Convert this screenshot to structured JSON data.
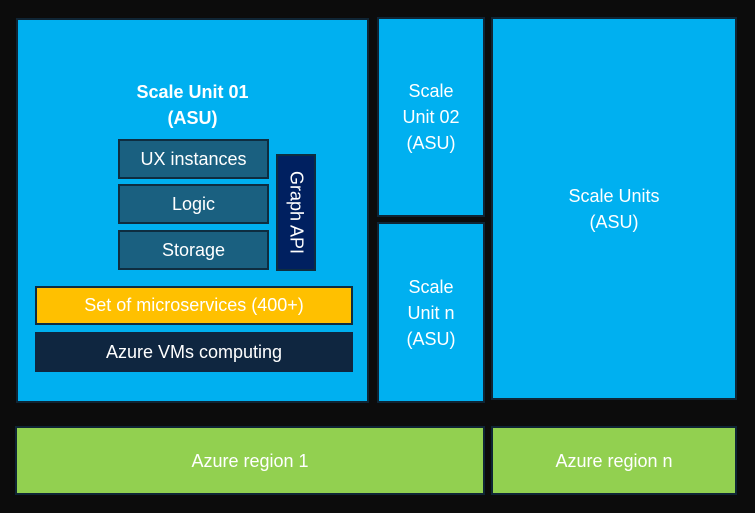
{
  "diagram": {
    "scale_unit_01": {
      "title_line1": "Scale Unit 01",
      "title_line2": "(ASU)",
      "components": [
        "UX instances",
        "Logic",
        "Storage"
      ],
      "side_api": "Graph API",
      "microservices": "Set of microservices (400+)",
      "compute": "Azure VMs computing"
    },
    "scale_unit_02": {
      "line1": "Scale",
      "line2": "Unit 02",
      "line3": "(ASU)"
    },
    "scale_unit_n": {
      "line1": "Scale",
      "line2": "Unit n",
      "line3": "(ASU)"
    },
    "scale_units": {
      "line1": "Scale Units",
      "line2": "(ASU)"
    },
    "regions": [
      "Azure region 1",
      "Azure region n"
    ],
    "colors": {
      "background": "#0c0c0c",
      "scale_unit": "#00b0f0",
      "component": "#1a6080",
      "graph_api": "#002060",
      "microservices": "#ffc000",
      "compute": "#0f2640",
      "region": "#92d050"
    }
  }
}
